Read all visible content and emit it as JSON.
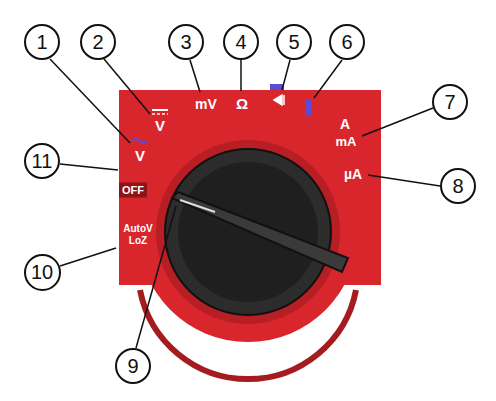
{
  "diagram": {
    "nodes": [
      {
        "text": [
          "1"
        ]
      },
      {
        "text": [
          "2"
        ]
      },
      {
        "text": [
          "3"
        ]
      },
      {
        "text": [
          "4"
        ]
      },
      {
        "text": [
          "5"
        ]
      },
      {
        "text": [
          "6"
        ]
      },
      {
        "text": [
          "7"
        ]
      },
      {
        "text": [
          "11"
        ]
      },
      {
        "text": [
          "8"
        ]
      },
      {
        "text": [
          "10"
        ]
      },
      {
        "text": [
          "9"
        ]
      }
    ],
    "labels": [
      "V",
      "V",
      "mV",
      "Ω",
      "A",
      "mA",
      "µA",
      "OFF",
      "AutoV",
      "LoZ"
    ]
  }
}
